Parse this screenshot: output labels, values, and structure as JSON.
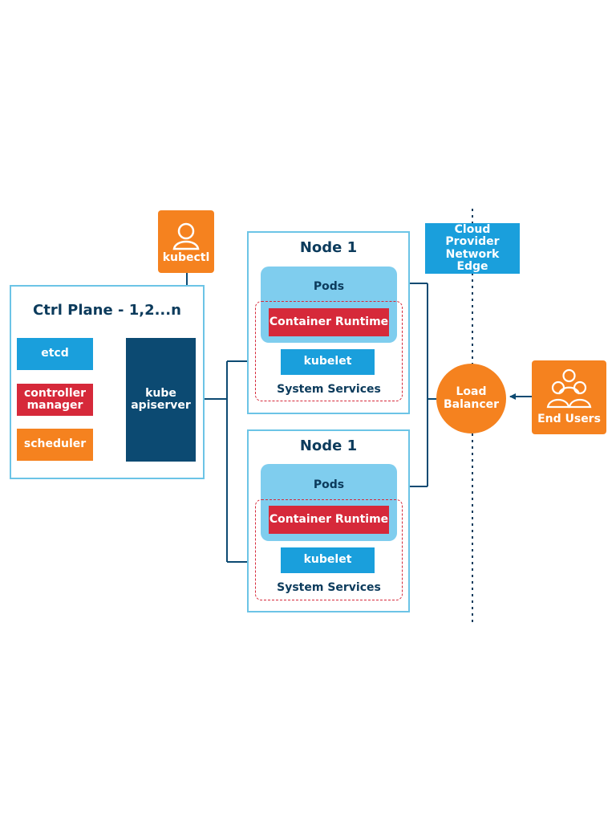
{
  "kubectl": {
    "label": "kubectl",
    "icon": "user-icon"
  },
  "ctrl_plane": {
    "title": "Ctrl Plane - 1,2...n",
    "etcd": "etcd",
    "controller_manager": "controller manager",
    "scheduler": "scheduler",
    "apiserver": "kube apiserver"
  },
  "nodes": [
    {
      "title": "Node 1",
      "pods": "Pods",
      "runtime": "Container Runtime",
      "kubelet": "kubelet",
      "services": "System Services"
    },
    {
      "title": "Node 1",
      "pods": "Pods",
      "runtime": "Container Runtime",
      "kubelet": "kubelet",
      "services": "System Services"
    }
  ],
  "cloud_edge": {
    "label": "Cloud Provider Network Edge"
  },
  "load_balancer": {
    "label": "Load Balancer"
  },
  "end_users": {
    "label": "End Users",
    "icon": "users-group-icon"
  },
  "colors": {
    "frame": "#6cc4e6",
    "blue": "#1a9fdc",
    "red": "#d6293a",
    "orange": "#f5821f",
    "navy": "#0c4a72",
    "pods": "#7fcdee",
    "line": "#0c4a72"
  }
}
